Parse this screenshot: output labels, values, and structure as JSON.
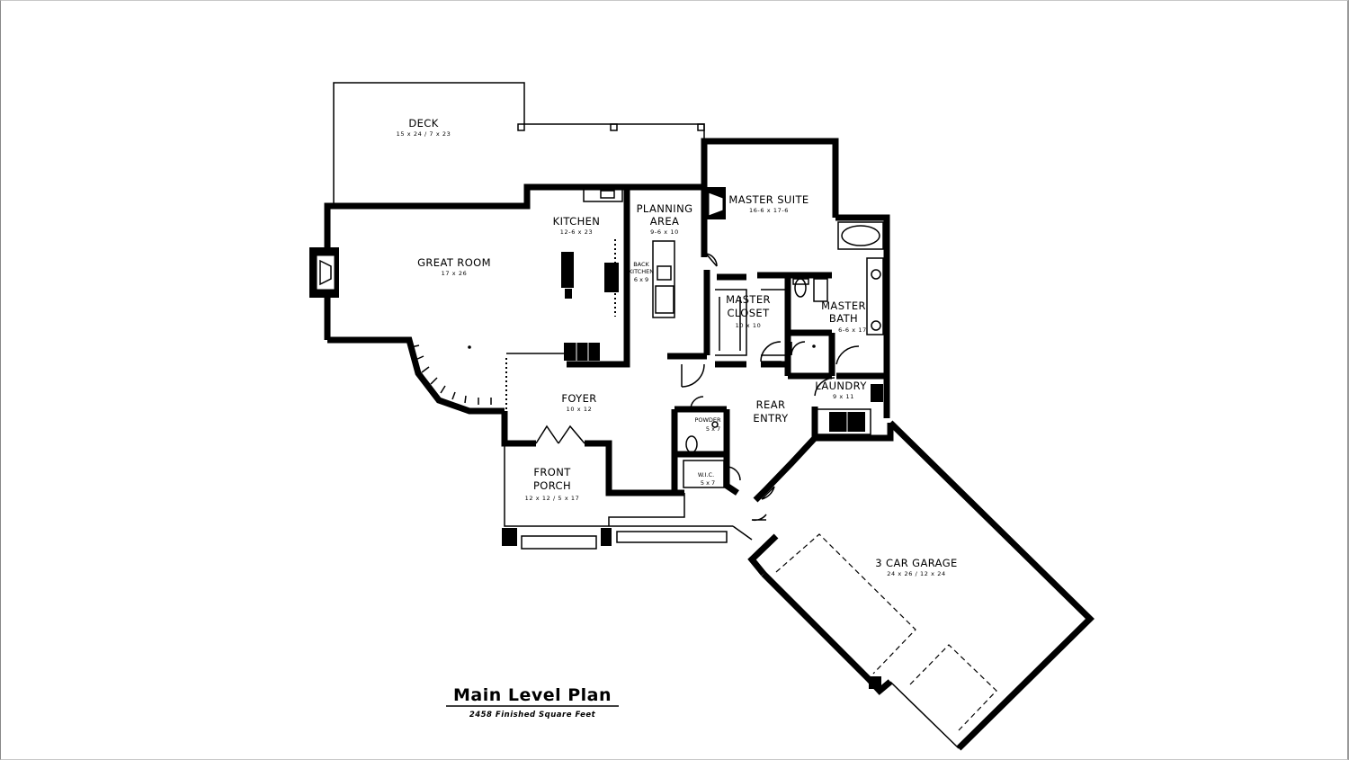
{
  "plan": {
    "title": "Main Level Plan",
    "subtitle": "2458 Finished Square Feet"
  },
  "rooms": {
    "deck": {
      "name": "DECK",
      "dims": "15 x 24 / 7 x 23"
    },
    "great_room": {
      "name": "GREAT ROOM",
      "dims": "17 x 26"
    },
    "kitchen": {
      "name": "KITCHEN",
      "dims": "12-6 x 23"
    },
    "planning_area": {
      "name_line1": "PLANNING",
      "name_line2": "AREA",
      "dims": "9-6 x 10"
    },
    "back_kitchen": {
      "name_line1": "BACK",
      "name_line2": "KITCHEN",
      "dims": "6 x 9"
    },
    "master_suite": {
      "name": "MASTER SUITE",
      "dims": "16-6 x 17-6"
    },
    "master_closet": {
      "name_line1": "MASTER",
      "name_line2": "CLOSET",
      "dims": "10 x 10"
    },
    "master_bath": {
      "name_line1": "MASTER",
      "name_line2": "BATH",
      "dims": "6-6 x 17"
    },
    "laundry": {
      "name": "LAUNDRY",
      "dims": "9 x 11"
    },
    "foyer": {
      "name": "FOYER",
      "dims": "10 x 12"
    },
    "rear_entry": {
      "name_line1": "REAR",
      "name_line2": "ENTRY"
    },
    "powder": {
      "name": "POWDER",
      "dims": "5 x 7"
    },
    "wic": {
      "name": "W.I.C.",
      "dims": "5 x 7"
    },
    "front_porch": {
      "name_line1": "FRONT",
      "name_line2": "PORCH",
      "dims": "12 x 12 / 5 x 17"
    },
    "garage": {
      "name": "3 CAR GARAGE",
      "dims": "24 x 26 / 12 x 24"
    }
  }
}
